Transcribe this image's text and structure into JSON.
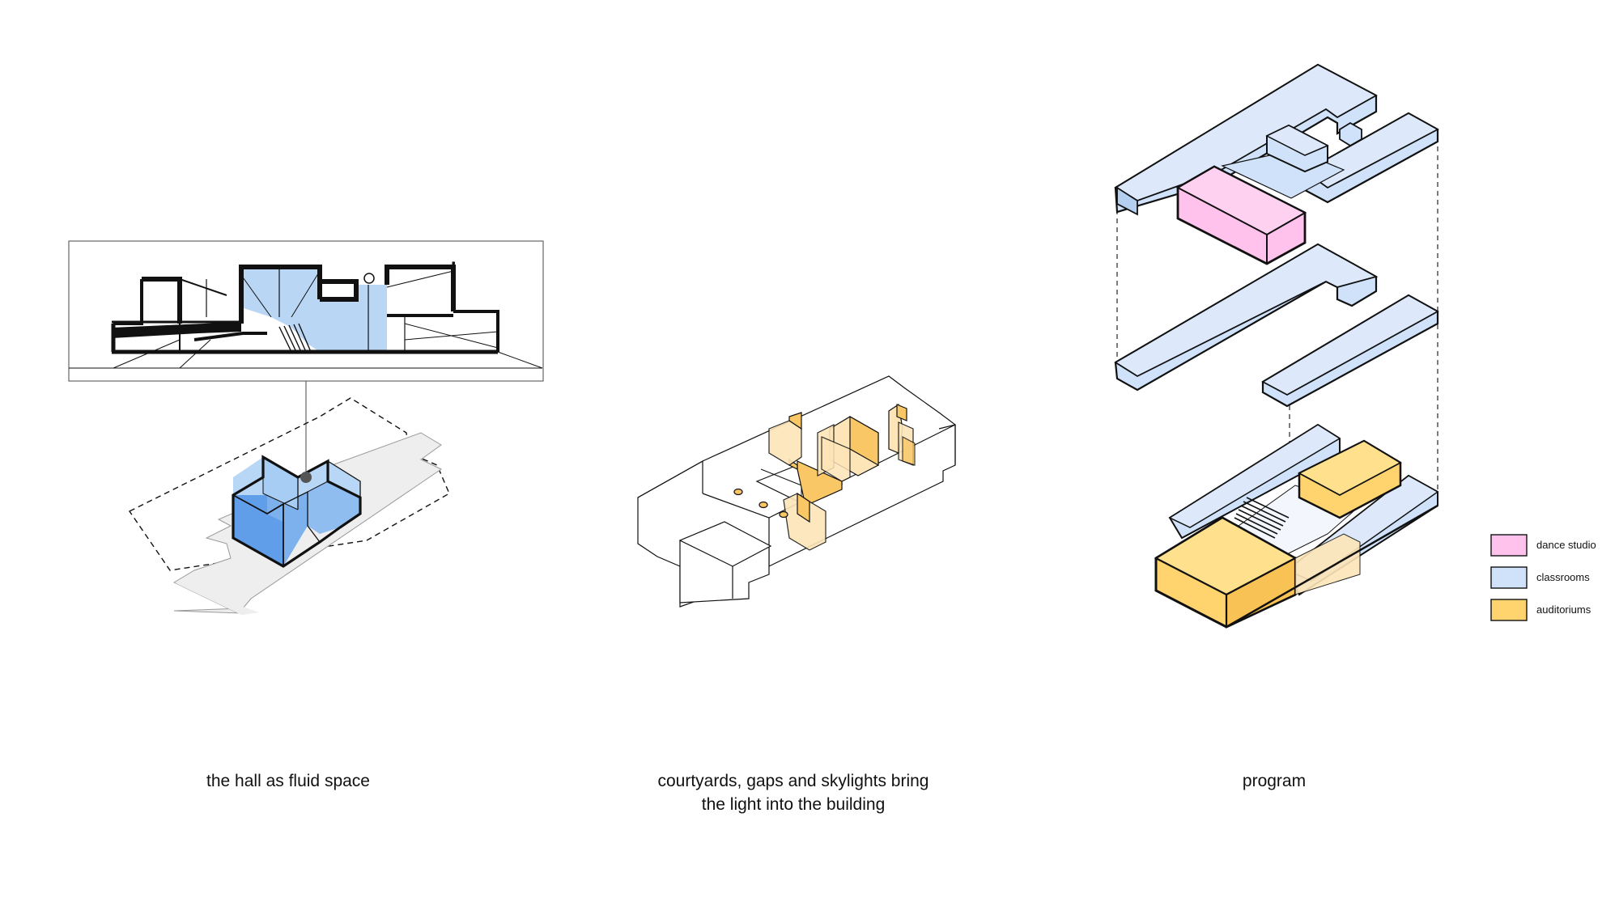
{
  "panels": [
    {
      "id": "hall",
      "caption_lines": [
        "the hall as fluid space"
      ]
    },
    {
      "id": "light",
      "caption_lines": [
        "courtyards, gaps and skylights bring",
        "the light into the building"
      ]
    },
    {
      "id": "program",
      "caption_lines": [
        "program"
      ]
    }
  ],
  "legend": {
    "items": [
      {
        "label": "dance studio",
        "color": "#ffc2ec"
      },
      {
        "label": "classrooms",
        "color": "#cfe2fa"
      },
      {
        "label": "auditoriums",
        "color": "#ffd36e"
      }
    ]
  },
  "colors": {
    "hall_blue": "#5b9be8",
    "hall_blue_light": "#b8d6f5",
    "section_blue": "#b9d7f5",
    "footprint_gray": "#eeeeee",
    "light_orange": "#f9c766",
    "light_orange_pale": "#fde5b8",
    "stroke": "#111111"
  }
}
